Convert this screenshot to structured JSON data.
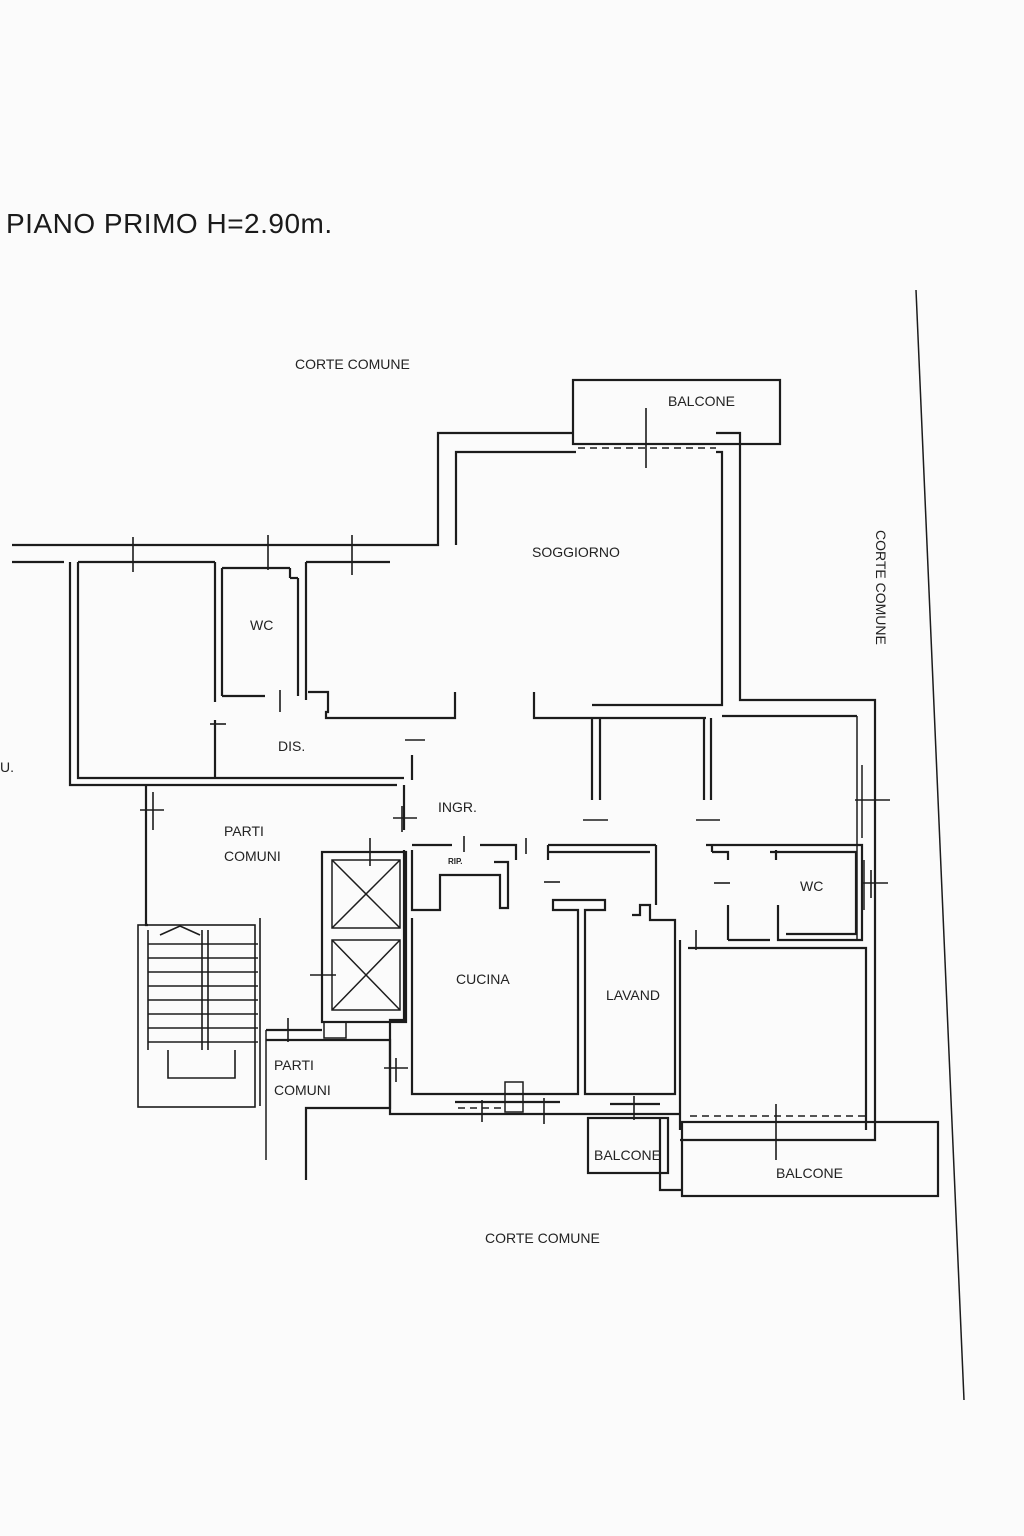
{
  "title": "PIANO PRIMO H=2.90m.",
  "labels": {
    "court_top": "CORTE COMUNE",
    "court_right": "CORTE COMUNE",
    "court_bottom": "CORTE COMUNE",
    "balcony_top": "BALCONE",
    "balcony_bottom_small": "BALCONE",
    "balcony_bottom_large": "BALCONE",
    "living": "SOGGIORNO",
    "wc_left": "WC",
    "wc_right": "WC",
    "hall": "DIS.",
    "entrance": "INGR.",
    "closet": "RIP.",
    "common_1_line1": "PARTI",
    "common_1_line2": "COMUNI",
    "common_2_line1": "PARTI",
    "common_2_line2": "COMUNI",
    "kitchen": "CUCINA",
    "laundry": "LAVAND",
    "edge_mark": "U."
  }
}
